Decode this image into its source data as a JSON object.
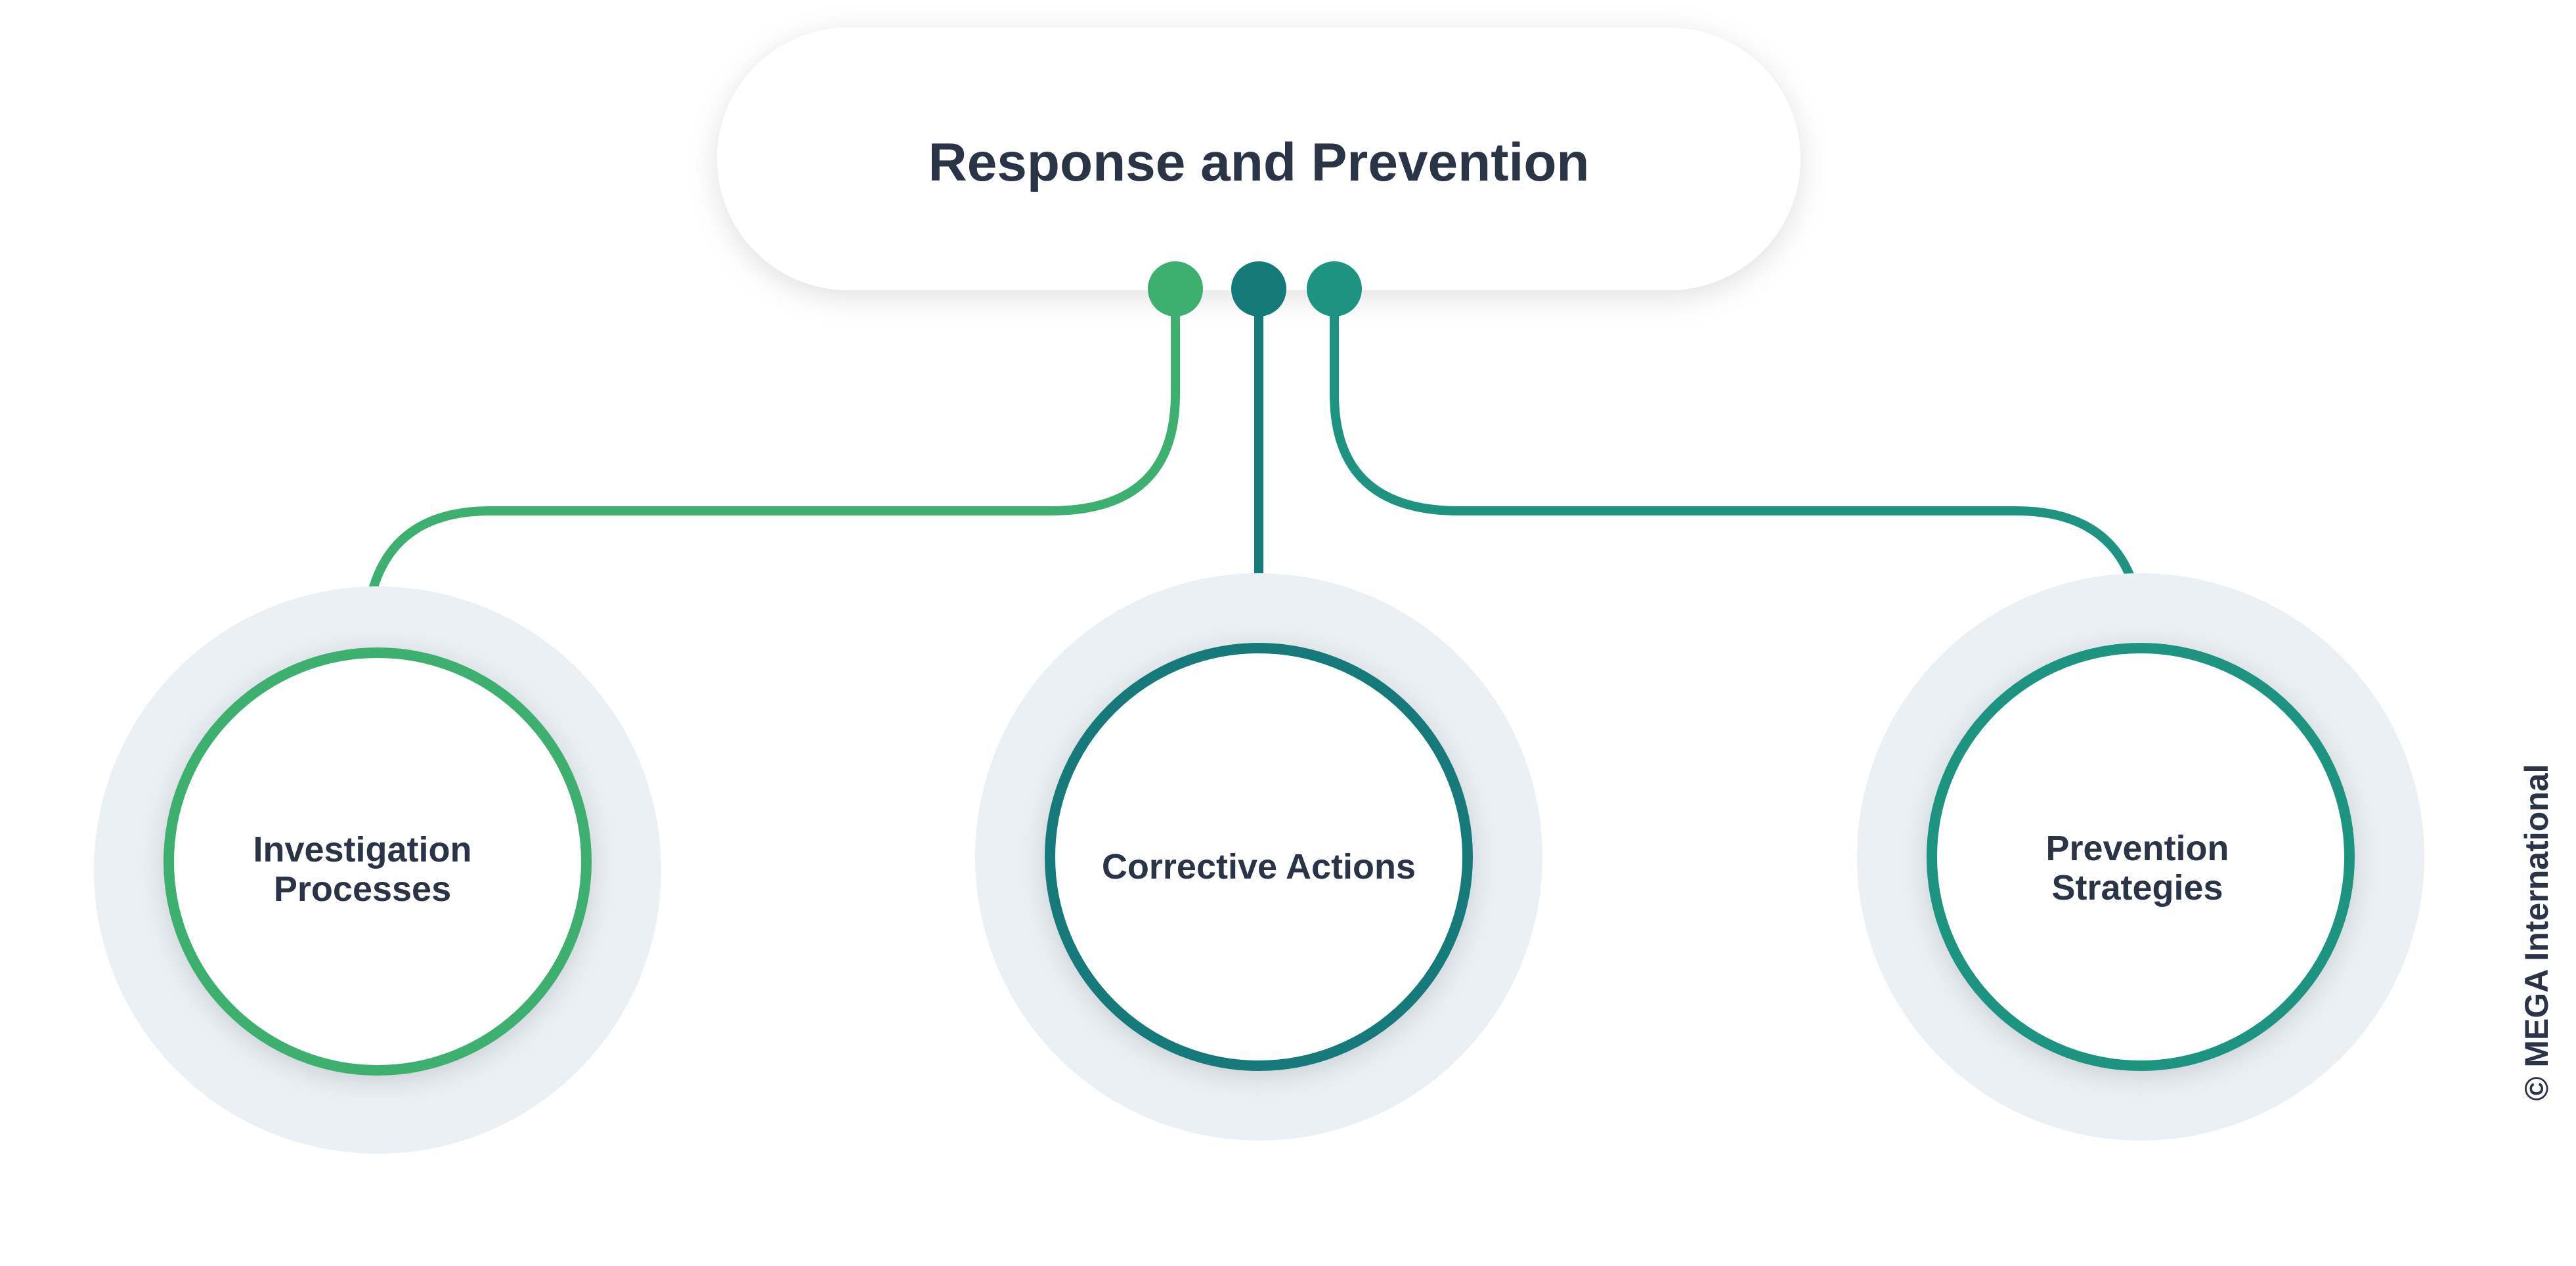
{
  "diagram": {
    "title": "Response and Prevention",
    "nodes": [
      {
        "label_lines": [
          "Investigation",
          "Processes"
        ],
        "color": "#3db06f"
      },
      {
        "label_lines": [
          "Corrective Actions"
        ],
        "color": "#157a7a"
      },
      {
        "label_lines": [
          "Prevention",
          "Strategies"
        ],
        "color": "#1e9480"
      }
    ],
    "halo_color": "#ebf0f5",
    "text_color": "#2b3346"
  },
  "footer": {
    "copyright": "© MEGA International"
  }
}
